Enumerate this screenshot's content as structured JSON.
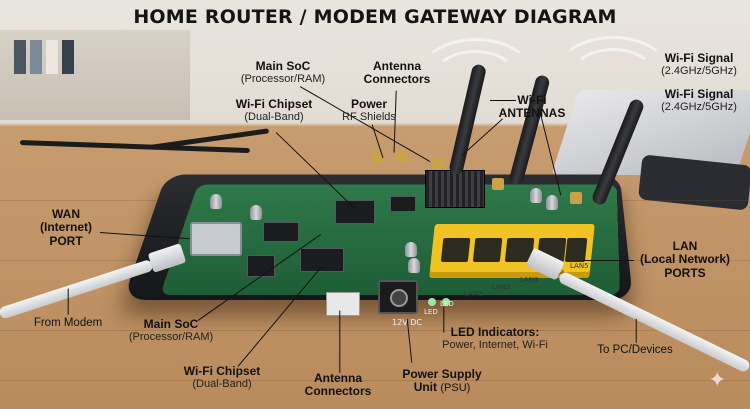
{
  "title": "HOME ROUTER / MODEM GATEWAY DIAGRAM",
  "labels": {
    "main_soc_top": {
      "heading": "Main SoC",
      "sub": "(Processor/RAM)"
    },
    "antenna_top": {
      "heading": "Antenna",
      "heading2": "Connectors"
    },
    "wifi_chip_top": {
      "heading": "Wi-Fi Chipset",
      "sub": "(Dual-Band)"
    },
    "power_rf": {
      "heading": "Power",
      "sub": "RF Shields"
    },
    "wifi_antennas": {
      "heading": "Wi-Fi",
      "heading2": "ANTENNAS"
    },
    "wifi_signal_1": {
      "heading": "Wi-Fi Signal",
      "sub": "(2.4GHz/5GHz)"
    },
    "wifi_signal_2": {
      "heading": "Wi-Fi Signal",
      "sub": "(2.4GHz/5GHz)"
    },
    "wan_port": {
      "heading": "WAN",
      "heading2": "(Internet)",
      "heading3": "PORT"
    },
    "from_modem": {
      "text": "From Modem"
    },
    "main_soc_bottom": {
      "heading": "Main SoC",
      "sub": "(Processor/RAM)"
    },
    "wifi_chip_bottom": {
      "heading": "Wi-Fi Chipset",
      "sub": "(Dual-Band)"
    },
    "antenna_bottom": {
      "heading": "Antenna",
      "heading2": "Connectors"
    },
    "psu": {
      "heading": "Power Supply",
      "heading2a": "Unit ",
      "sub_inline": "(PSU)"
    },
    "led": {
      "heading": "LED Indicators:",
      "sub": "Power, Internet, Wi-Fi"
    },
    "lan": {
      "heading": "LAN",
      "heading2": "(Local Network)",
      "heading3": "PORTS"
    },
    "to_pc": {
      "text": "To PC/Devices"
    }
  },
  "silkscreen": {
    "dc": "12V DC",
    "led": "LED",
    "led2": "LED",
    "lan1": "LAN1",
    "lan2": "LAN2",
    "lan3": "LAN3",
    "lan4": "LAN4",
    "lan5": "LAN5"
  },
  "colors": {
    "pcb": "#2f7a4a",
    "lan_ports": "#f0c323",
    "router_shell": "#1c1d21",
    "desk": "#b98a5c"
  },
  "icons": {
    "corner": "sparkle-icon"
  }
}
